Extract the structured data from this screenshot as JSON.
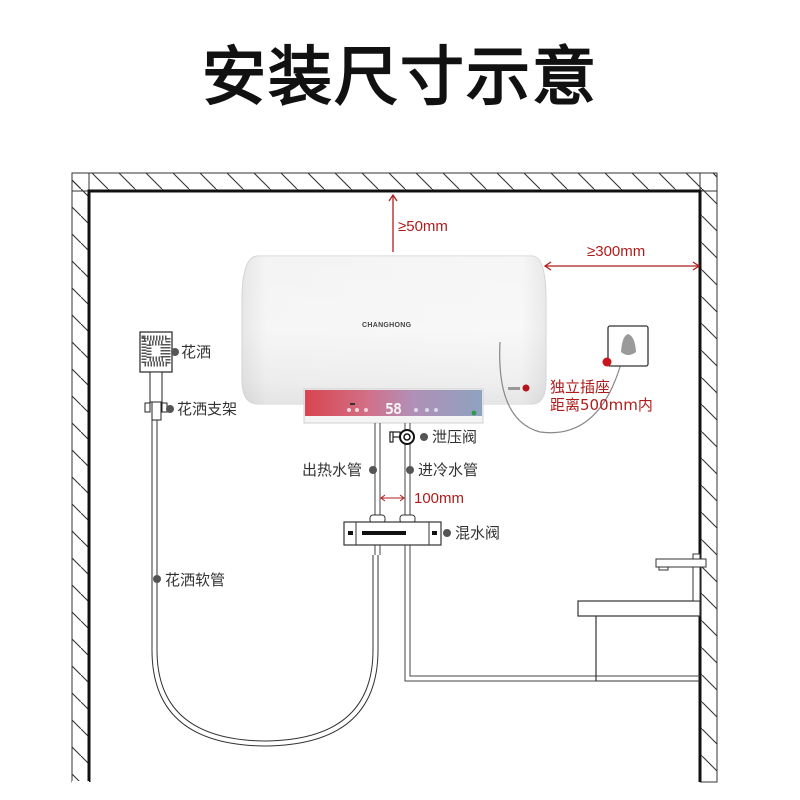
{
  "title": "安装尺寸示意",
  "heater": {
    "brand": "CHANGHONG",
    "display_temp": "58"
  },
  "dimensions": {
    "top_clearance": "≥50mm",
    "side_clearance": "≥300mm",
    "pipe_spacing": "100mm",
    "socket_line1": "独立插座",
    "socket_line2": "距离500mm内"
  },
  "callouts": {
    "shower_head": "花洒",
    "shower_bracket": "花洒支架",
    "shower_hose": "花洒软管",
    "relief_valve": "泄压阀",
    "hot_outlet": "出热水管",
    "cold_inlet": "进冷水管",
    "mixing_valve": "混水阀"
  },
  "colors": {
    "dimension_red": "#b01c1c",
    "socket_dot": "#c8161d",
    "callout_dot": "#555555",
    "line": "#333333"
  }
}
